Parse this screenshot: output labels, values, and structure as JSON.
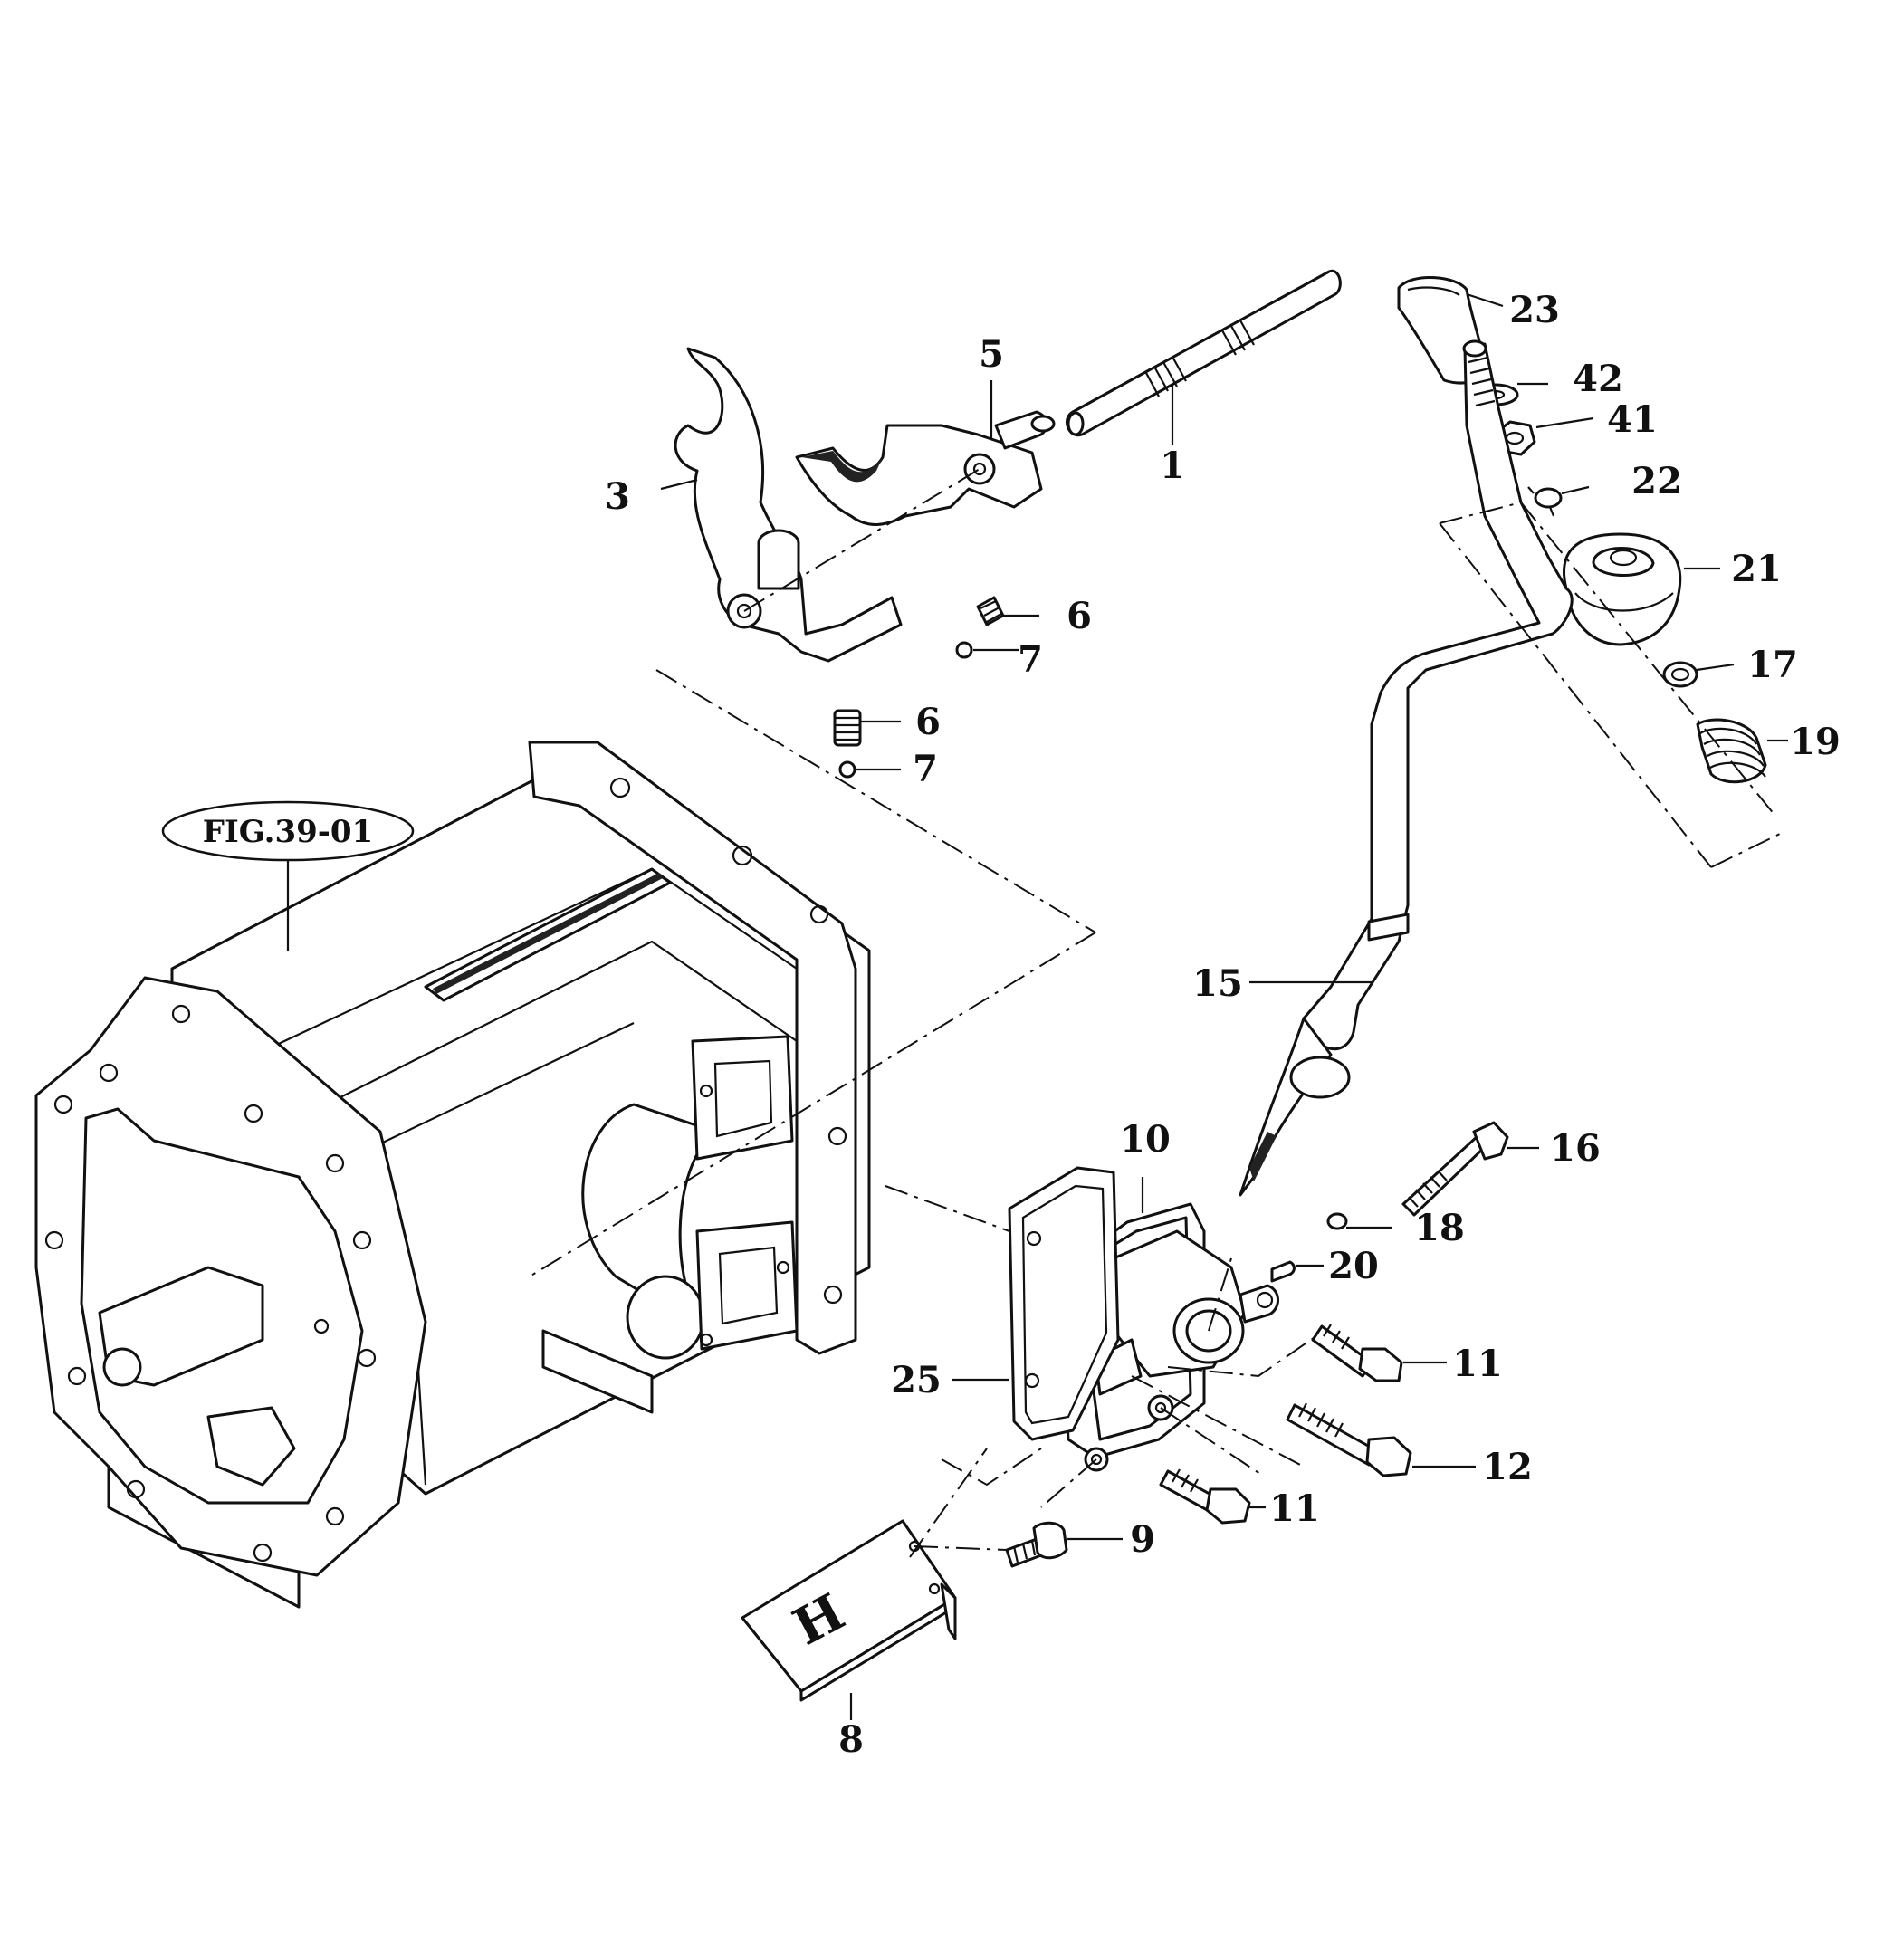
{
  "figure_reference": "FIG.39-01",
  "callouts": [
    {
      "id": "c1",
      "text": "1"
    },
    {
      "id": "c3",
      "text": "3"
    },
    {
      "id": "c5",
      "text": "5"
    },
    {
      "id": "c6a",
      "text": "6"
    },
    {
      "id": "c7a",
      "text": "7"
    },
    {
      "id": "c6b",
      "text": "6"
    },
    {
      "id": "c7b",
      "text": "7"
    },
    {
      "id": "c23",
      "text": "23"
    },
    {
      "id": "c42",
      "text": "42"
    },
    {
      "id": "c41",
      "text": "41"
    },
    {
      "id": "c22",
      "text": "22"
    },
    {
      "id": "c21",
      "text": "21"
    },
    {
      "id": "c17",
      "text": "17"
    },
    {
      "id": "c19",
      "text": "19"
    },
    {
      "id": "c15",
      "text": "15"
    },
    {
      "id": "c10",
      "text": "10"
    },
    {
      "id": "c16",
      "text": "16"
    },
    {
      "id": "c18",
      "text": "18"
    },
    {
      "id": "c20",
      "text": "20"
    },
    {
      "id": "c11a",
      "text": "11"
    },
    {
      "id": "c25",
      "text": "25"
    },
    {
      "id": "c12",
      "text": "12"
    },
    {
      "id": "c11b",
      "text": "11"
    },
    {
      "id": "c9",
      "text": "9"
    },
    {
      "id": "c8",
      "text": "8"
    }
  ],
  "shift_plate_symbol": "H"
}
